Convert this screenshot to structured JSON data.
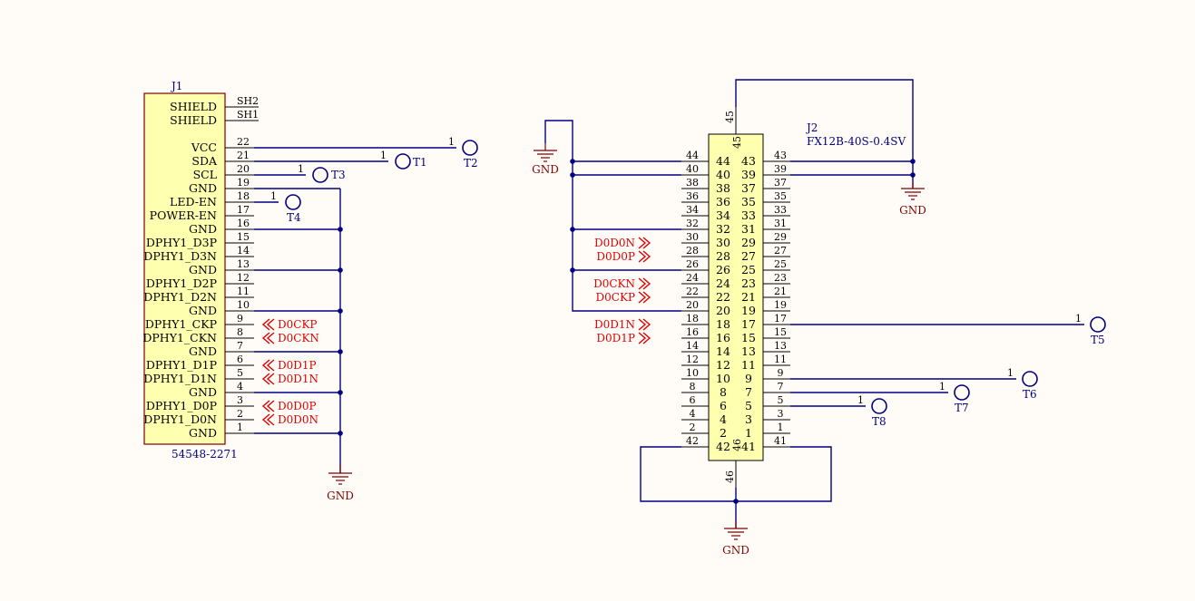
{
  "j1": {
    "ref": "J1",
    "value": "54548-2271",
    "shield_pins": [
      {
        "label": "SHIELD",
        "num": "SH2"
      },
      {
        "label": "SHIELD",
        "num": "SH1"
      }
    ],
    "pins": [
      {
        "label": "VCC",
        "num": "22"
      },
      {
        "label": "SDA",
        "num": "21"
      },
      {
        "label": "SCL",
        "num": "20"
      },
      {
        "label": "GND",
        "num": "19"
      },
      {
        "label": "LED-EN",
        "num": "18"
      },
      {
        "label": "POWER-EN",
        "num": "17"
      },
      {
        "label": "GND",
        "num": "16"
      },
      {
        "label": "DPHY1_D3P",
        "num": "15"
      },
      {
        "label": "DPHY1_D3N",
        "num": "14"
      },
      {
        "label": "GND",
        "num": "13"
      },
      {
        "label": "DPHY1_D2P",
        "num": "12"
      },
      {
        "label": "DPHY1_D2N",
        "num": "11"
      },
      {
        "label": "GND",
        "num": "10"
      },
      {
        "label": "DPHY1_CKP",
        "num": "9"
      },
      {
        "label": "DPHY1_CKN",
        "num": "8"
      },
      {
        "label": "GND",
        "num": "7"
      },
      {
        "label": "DPHY1_D1P",
        "num": "6"
      },
      {
        "label": "DPHY1_D1N",
        "num": "5"
      },
      {
        "label": "GND",
        "num": "4"
      },
      {
        "label": "DPHY1_D0P",
        "num": "3"
      },
      {
        "label": "DPHY1_D0N",
        "num": "2"
      },
      {
        "label": "GND",
        "num": "1"
      }
    ],
    "nets": [
      "D0CKP",
      "D0CKN",
      "D0D1P",
      "D0D1N",
      "D0D0P",
      "D0D0N"
    ],
    "gnd": "GND"
  },
  "j2": {
    "ref": "J2",
    "value": "FX12B-40S-0.4SV",
    "top_pin": "45",
    "bottom_pin": "46",
    "left_pins": [
      "44",
      "40",
      "38",
      "36",
      "34",
      "32",
      "30",
      "28",
      "26",
      "24",
      "22",
      "20",
      "18",
      "16",
      "14",
      "12",
      "10",
      "8",
      "6",
      "4",
      "2",
      "42"
    ],
    "right_pins": [
      "43",
      "39",
      "37",
      "35",
      "33",
      "31",
      "29",
      "27",
      "25",
      "23",
      "21",
      "19",
      "17",
      "15",
      "13",
      "11",
      "9",
      "7",
      "5",
      "3",
      "1",
      "41"
    ],
    "nets": [
      "D0D0N",
      "D0D0P",
      "D0CKN",
      "D0CKP",
      "D0D1N",
      "D0D1P"
    ],
    "gnd": [
      "GND",
      "GND",
      "GND"
    ]
  },
  "test_points": [
    {
      "name": "T1",
      "pin": "1"
    },
    {
      "name": "T2",
      "pin": "1"
    },
    {
      "name": "T3",
      "pin": "1"
    },
    {
      "name": "T4",
      "pin": "1"
    },
    {
      "name": "T5",
      "pin": "1"
    },
    {
      "name": "T6",
      "pin": "1"
    },
    {
      "name": "T7",
      "pin": "1"
    },
    {
      "name": "T8",
      "pin": "1"
    }
  ]
}
